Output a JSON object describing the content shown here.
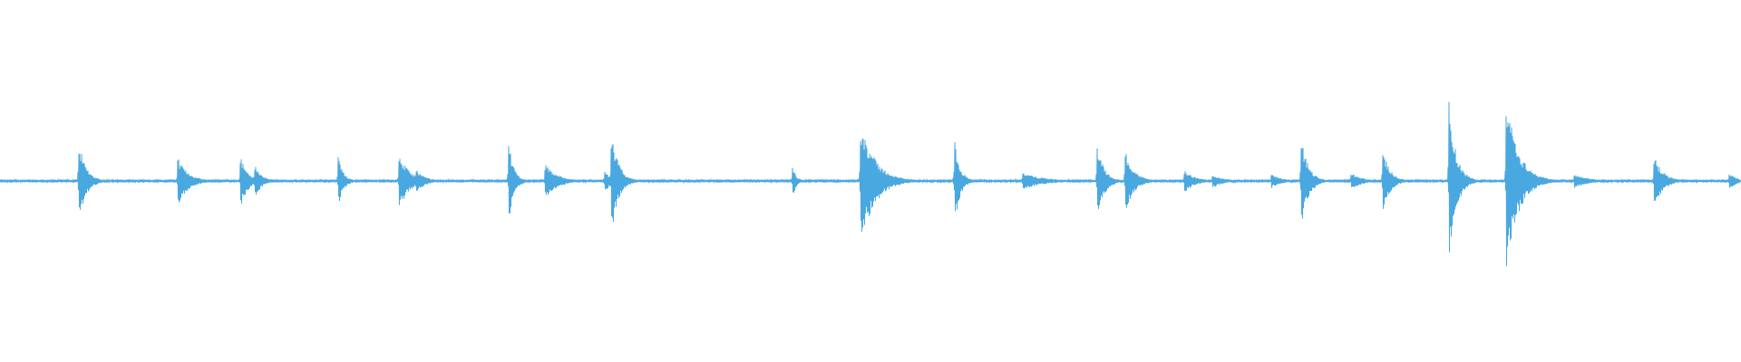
{
  "waveform": {
    "color": "#4aa8e0",
    "baseline_color": "#4aa8e0",
    "transients": [
      {
        "time": 0.045,
        "amplitude": 0.3,
        "decay": 0.004
      },
      {
        "time": 0.102,
        "amplitude": 0.16,
        "decay": 0.006
      },
      {
        "time": 0.105,
        "amplitude": 0.1,
        "decay": 0.004
      },
      {
        "time": 0.138,
        "amplitude": 0.18,
        "decay": 0.004
      },
      {
        "time": 0.146,
        "amplitude": 0.12,
        "decay": 0.004
      },
      {
        "time": 0.194,
        "amplitude": 0.18,
        "decay": 0.003
      },
      {
        "time": 0.229,
        "amplitude": 0.19,
        "decay": 0.006
      },
      {
        "time": 0.239,
        "amplitude": 0.08,
        "decay": 0.005
      },
      {
        "time": 0.292,
        "amplitude": 0.28,
        "decay": 0.003
      },
      {
        "time": 0.313,
        "amplitude": 0.12,
        "decay": 0.007
      },
      {
        "time": 0.347,
        "amplitude": 0.1,
        "decay": 0.003
      },
      {
        "time": 0.351,
        "amplitude": 0.36,
        "decay": 0.004
      },
      {
        "time": 0.455,
        "amplitude": 0.12,
        "decay": 0.002
      },
      {
        "time": 0.494,
        "amplitude": 0.44,
        "decay": 0.008
      },
      {
        "time": 0.548,
        "amplitude": 0.32,
        "decay": 0.003
      },
      {
        "time": 0.587,
        "amplitude": 0.06,
        "decay": 0.012
      },
      {
        "time": 0.63,
        "amplitude": 0.26,
        "decay": 0.004
      },
      {
        "time": 0.646,
        "amplitude": 0.22,
        "decay": 0.005
      },
      {
        "time": 0.68,
        "amplitude": 0.08,
        "decay": 0.006
      },
      {
        "time": 0.696,
        "amplitude": 0.05,
        "decay": 0.006
      },
      {
        "time": 0.73,
        "amplitude": 0.05,
        "decay": 0.006
      },
      {
        "time": 0.747,
        "amplitude": 0.34,
        "decay": 0.004
      },
      {
        "time": 0.776,
        "amplitude": 0.06,
        "decay": 0.006
      },
      {
        "time": 0.794,
        "amplitude": 0.24,
        "decay": 0.004
      },
      {
        "time": 0.832,
        "amplitude": 0.58,
        "decay": 0.004
      },
      {
        "time": 0.865,
        "amplitude": 0.58,
        "decay": 0.007
      },
      {
        "time": 0.88,
        "amplitude": 0.07,
        "decay": 0.004
      },
      {
        "time": 0.904,
        "amplitude": 0.05,
        "decay": 0.008
      },
      {
        "time": 0.95,
        "amplitude": 0.18,
        "decay": 0.005
      },
      {
        "time": 0.993,
        "amplitude": 0.06,
        "decay": 0.004
      }
    ],
    "noise_amplitude": 0.008
  }
}
